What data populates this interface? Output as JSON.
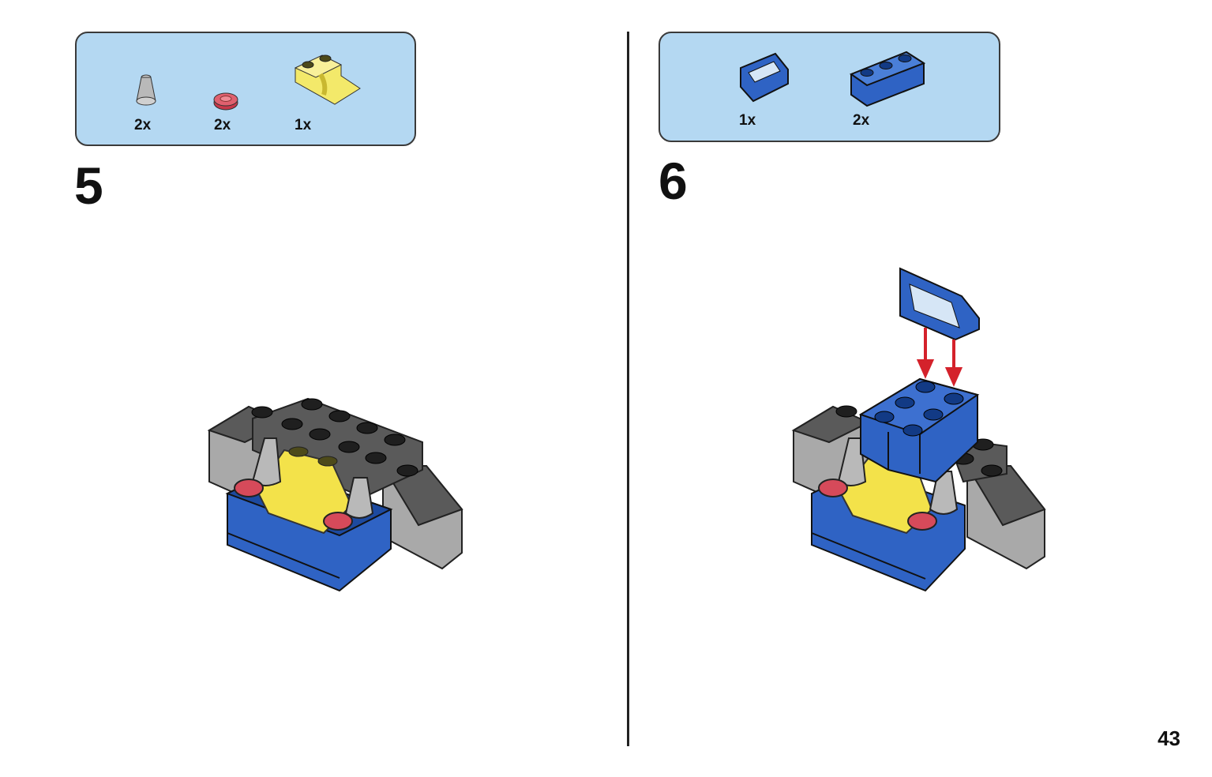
{
  "left_step": {
    "number": "5",
    "parts": [
      {
        "qty": "2x",
        "icon": "gray-cone-piece-icon",
        "color": "#b9b9b9"
      },
      {
        "qty": "2x",
        "icon": "red-round-plate-icon",
        "color": "#d64a5a"
      },
      {
        "qty": "1x",
        "icon": "yellow-transparent-slope-icon",
        "color": "#f3e96a"
      }
    ]
  },
  "right_step": {
    "number": "6",
    "parts": [
      {
        "qty": "1x",
        "icon": "blue-handle-piece-icon",
        "color": "#2f63c4"
      },
      {
        "qty": "2x",
        "icon": "blue-brick-1x3-icon",
        "color": "#2f63c4"
      }
    ]
  },
  "page_number": "43",
  "colors": {
    "panel": "#b4d8f2",
    "blue_brick": "#2f63c4",
    "dark_gray": "#5a5a5a",
    "light_gray": "#a9a9a9",
    "arrow_red": "#d4222b"
  }
}
